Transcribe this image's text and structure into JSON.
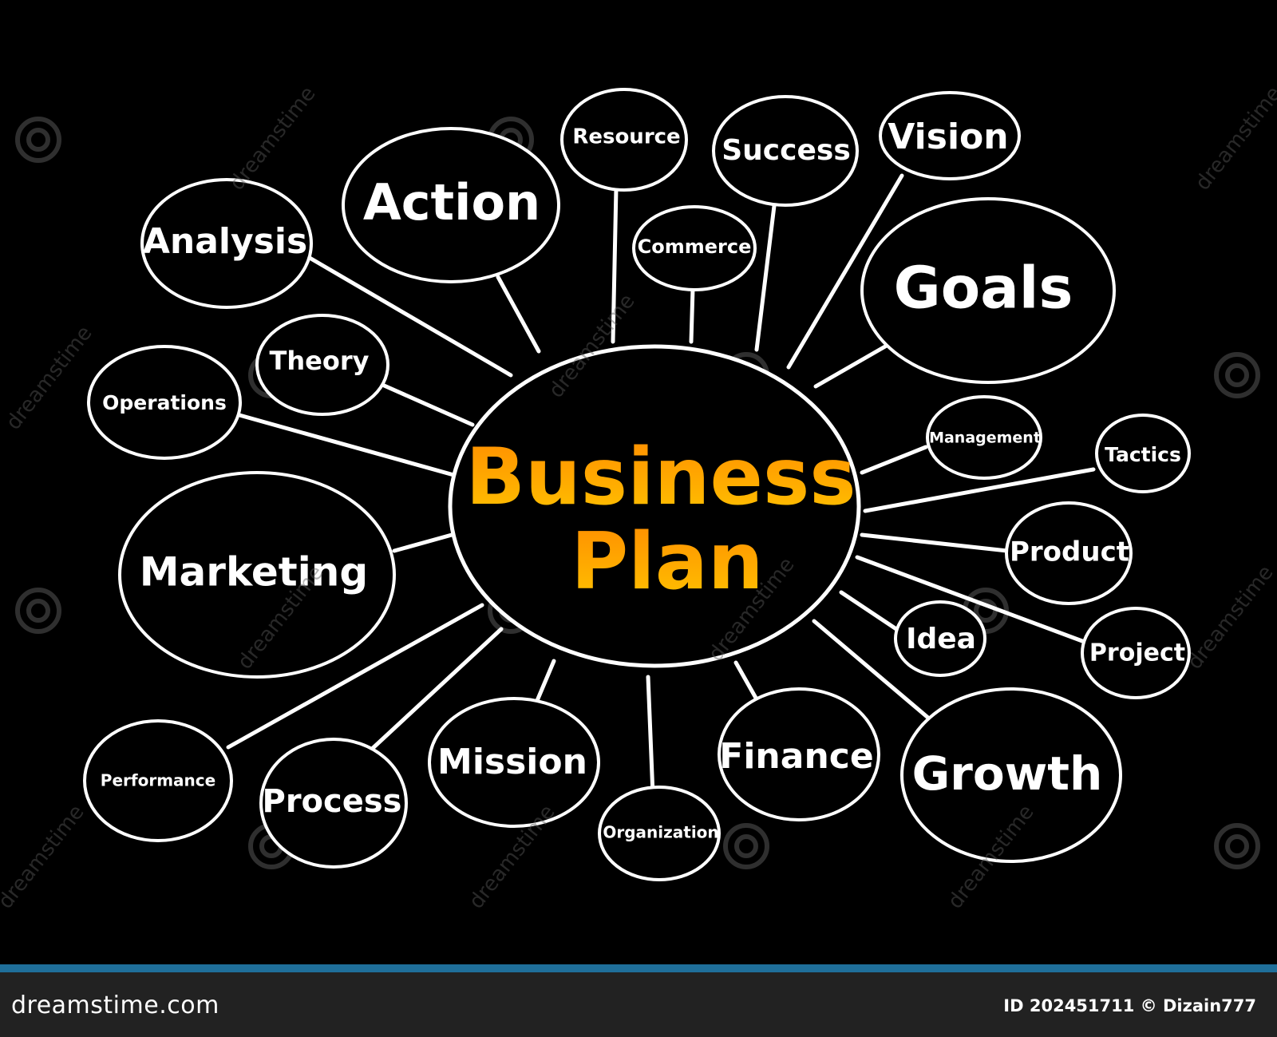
{
  "diagram": {
    "center": {
      "line1": "Business",
      "line2": "Plan",
      "gradient_top": "#ff8c00",
      "gradient_bottom": "#ffc400"
    },
    "nodes": [
      {
        "id": "analysis",
        "label": "Analysis"
      },
      {
        "id": "action",
        "label": "Action"
      },
      {
        "id": "resource",
        "label": "Resource"
      },
      {
        "id": "commerce",
        "label": "Commerce"
      },
      {
        "id": "success",
        "label": "Success"
      },
      {
        "id": "vision",
        "label": "Vision"
      },
      {
        "id": "goals",
        "label": "Goals"
      },
      {
        "id": "theory",
        "label": "Theory"
      },
      {
        "id": "operations",
        "label": "Operations"
      },
      {
        "id": "management",
        "label": "Management"
      },
      {
        "id": "tactics",
        "label": "Tactics"
      },
      {
        "id": "marketing",
        "label": "Marketing"
      },
      {
        "id": "product",
        "label": "Product"
      },
      {
        "id": "idea",
        "label": "Idea"
      },
      {
        "id": "project",
        "label": "Project"
      },
      {
        "id": "performance",
        "label": "Performance"
      },
      {
        "id": "process",
        "label": "Process"
      },
      {
        "id": "mission",
        "label": "Mission"
      },
      {
        "id": "organization",
        "label": "Organization"
      },
      {
        "id": "finance",
        "label": "Finance"
      },
      {
        "id": "growth",
        "label": "Growth"
      }
    ],
    "colors": {
      "background": "#000000",
      "stroke": "#ffffff",
      "text": "#ffffff"
    }
  },
  "watermark": {
    "text": "dreamstime"
  },
  "footer": {
    "site": "dreamstime.com",
    "meta": "ID 202451711 © Dizain777",
    "accent": "#1f6f9a"
  }
}
